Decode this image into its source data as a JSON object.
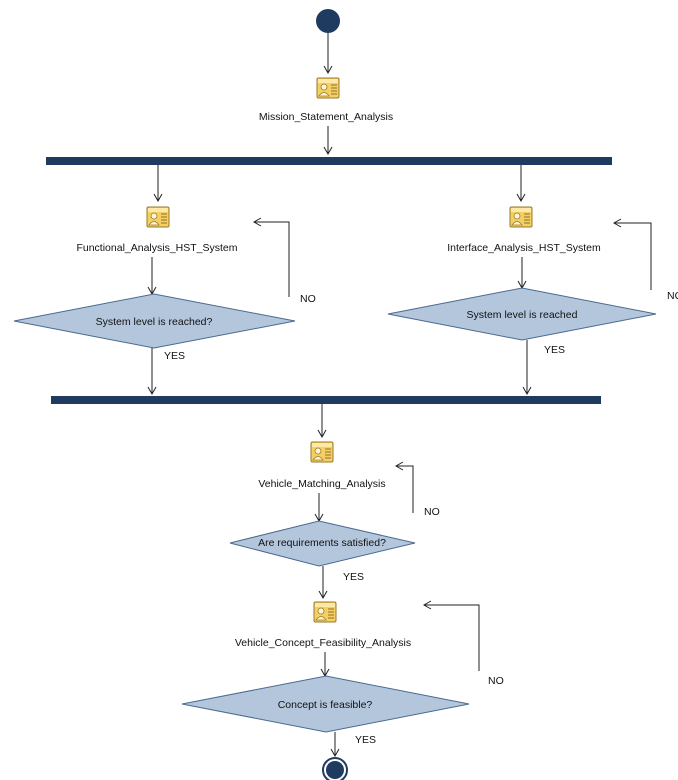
{
  "colors": {
    "bar": "#1f3b60",
    "node": "#1f3b60",
    "decision_fill": "#b4c6dc",
    "decision_stroke": "#4a6a92",
    "icon_fill": "#f4cf62",
    "arrow": "#222222"
  },
  "activities": {
    "mission": "Mission_Statement_Analysis",
    "functional": "Functional_Analysis_HST_System",
    "interface": "Interface_Analysis_HST_System",
    "vehicle_matching": "Vehicle_Matching_Analysis",
    "feasibility": "Vehicle_Concept_Feasibility_Analysis"
  },
  "decisions": {
    "functional": "System level is reached?",
    "interface": "System level is reached",
    "requirements": "Are requirements satisfied?",
    "concept": "Concept is feasible?"
  },
  "guards": {
    "no_functional": "NO",
    "no_interface": "NO",
    "no_matching": "NO",
    "no_feasibility": "NO",
    "yes_functional": "YES",
    "yes_interface": "YES",
    "yes_requirements": "YES",
    "yes_concept": "YES"
  }
}
